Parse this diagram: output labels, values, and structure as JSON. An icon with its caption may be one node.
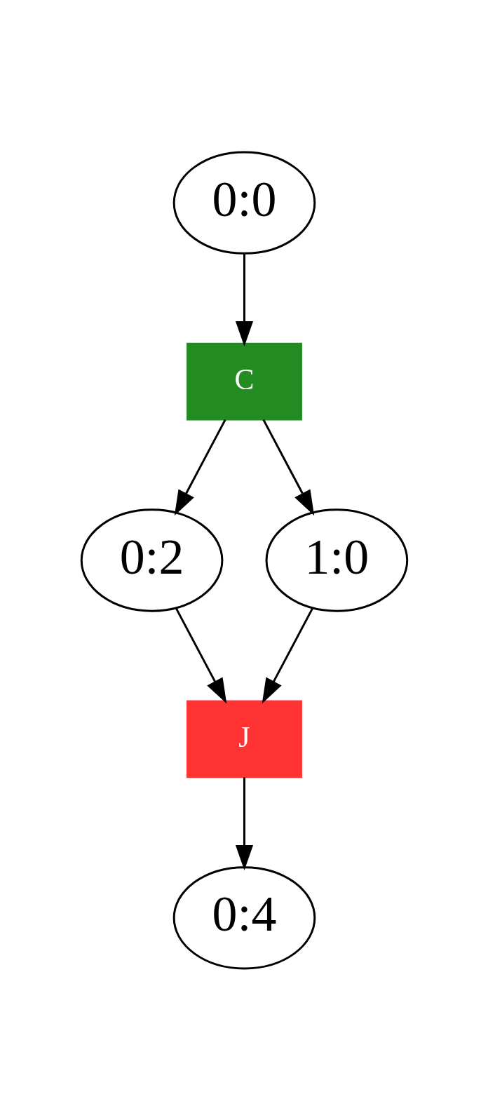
{
  "diagram": {
    "nodes": [
      {
        "text": [
          "0:0"
        ]
      },
      {
        "text": [
          "C"
        ]
      },
      {
        "text": [
          "0:2"
        ]
      },
      {
        "text": [
          "1:0"
        ]
      },
      {
        "text": [
          "J"
        ]
      },
      {
        "text": [
          "0:4"
        ]
      }
    ],
    "edges": [
      {
        "from": 0,
        "to": 1,
        "arrow": "to"
      },
      {
        "from": 1,
        "to": 2,
        "arrow": "to"
      },
      {
        "from": 1,
        "to": 3,
        "arrow": "to"
      },
      {
        "from": 2,
        "to": 4,
        "arrow": "to"
      },
      {
        "from": 3,
        "to": 4,
        "arrow": "to"
      },
      {
        "from": 4,
        "to": 5,
        "arrow": "to"
      }
    ]
  }
}
